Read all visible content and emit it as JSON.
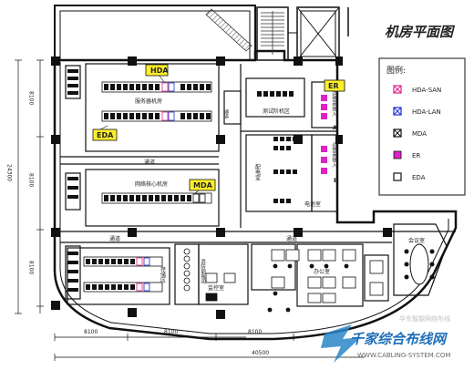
{
  "title": "机房平面图",
  "legend": {
    "heading": "图例:",
    "items": [
      {
        "label": "HDA-SAN",
        "color": "#e0208a",
        "icon": "cross-box-icon"
      },
      {
        "label": "HDA-LAN",
        "color": "#1a2ad8",
        "icon": "cross-box-icon"
      },
      {
        "label": "MDA",
        "color": "#111111",
        "icon": "cross-box-icon"
      },
      {
        "label": "ER",
        "color": "#e020c8",
        "icon": "solid-box-icon"
      },
      {
        "label": "EDA",
        "color": "#111111",
        "icon": "open-box-icon"
      }
    ]
  },
  "tags": {
    "hda": "HDA",
    "eda": "EDA",
    "mda": "MDA",
    "er": "ER"
  },
  "rooms": {
    "server": "服务器机房",
    "corridor1": "通道",
    "network": "网络核心机房",
    "corridor2": "通道",
    "corridor3": "通道",
    "corridor4": "通道",
    "test": "测试阶机区",
    "power": "配电室",
    "ups": "电池室",
    "accessA": "运营商接入",
    "accessB": "运营商接入",
    "labelA": "A",
    "labelB": "B",
    "storage": "存储区",
    "fire": "消防钢瓶间",
    "monitor": "监控室",
    "office": "办公室",
    "meeting": "会议室"
  },
  "dimensions": {
    "bottom": [
      "8100",
      "8100",
      "8100"
    ],
    "total": "40500",
    "left": [
      "8100",
      "8100",
      "8100"
    ],
    "left_total": "24300"
  },
  "watermark": {
    "brand": "千家综合布线网",
    "url": "WWW.CABLING-SYSTEM.COM",
    "slogan": "华东智能网络布线"
  }
}
